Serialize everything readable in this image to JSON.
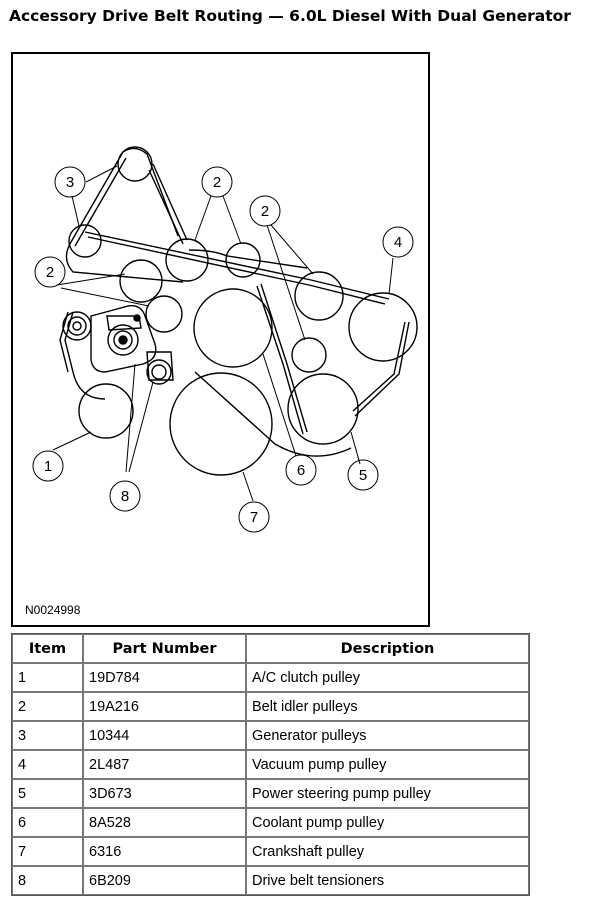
{
  "title": "Accessory Drive Belt Routing — 6.0L Diesel With Dual Generator",
  "figure": {
    "id": "N0024998",
    "callouts": [
      "1",
      "2",
      "2",
      "2",
      "3",
      "4",
      "5",
      "6",
      "7",
      "8"
    ]
  },
  "table": {
    "headers": [
      "Item",
      "Part Number",
      "Description"
    ],
    "rows": [
      {
        "item": "1",
        "part": "19D784",
        "desc": "A/C clutch pulley"
      },
      {
        "item": "2",
        "part": "19A216",
        "desc": "Belt idler pulleys"
      },
      {
        "item": "3",
        "part": "10344",
        "desc": "Generator pulleys"
      },
      {
        "item": "4",
        "part": "2L487",
        "desc": "Vacuum pump pulley"
      },
      {
        "item": "5",
        "part": "3D673",
        "desc": "Power steering pump pulley"
      },
      {
        "item": "6",
        "part": "8A528",
        "desc": "Coolant pump pulley"
      },
      {
        "item": "7",
        "part": "6316",
        "desc": "Crankshaft pulley"
      },
      {
        "item": "8",
        "part": "6B209",
        "desc": "Drive belt tensioners"
      }
    ]
  }
}
